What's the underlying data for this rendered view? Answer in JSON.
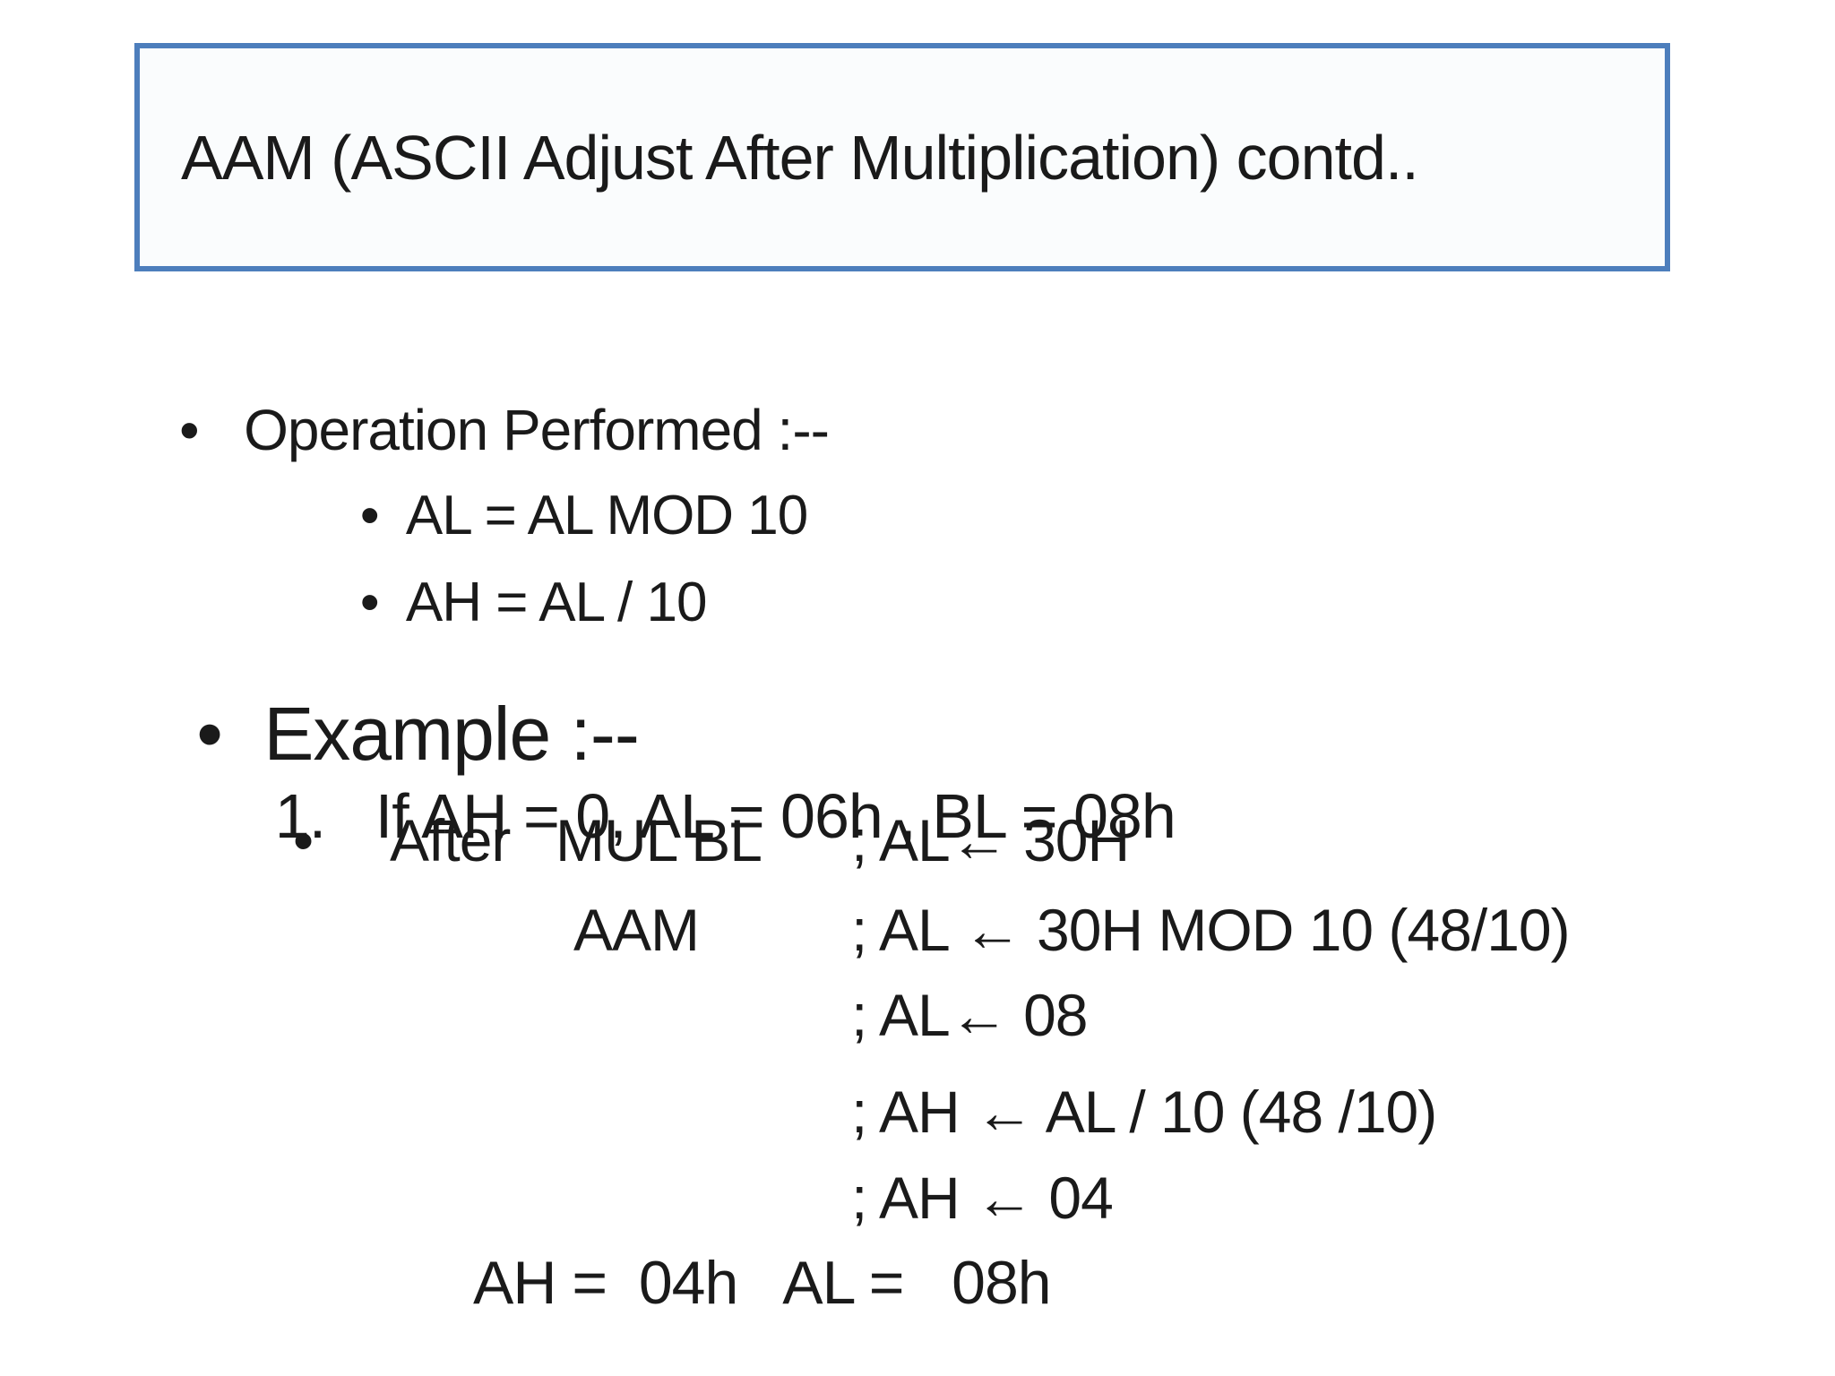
{
  "title": "AAM (ASCII Adjust After Multiplication) contd..",
  "bullet_char": "•",
  "operation": {
    "heading": "Operation Performed :--",
    "items": [
      "AL = AL MOD 10",
      "AH = AL / 10"
    ]
  },
  "example": {
    "heading": "Example :--",
    "step": {
      "number": "1.",
      "text": "If AH = 0, AL = 06h , BL = 08h"
    },
    "trace": {
      "after_label": "After",
      "after_instruction": "MUL BL",
      "after_comment": "; AL← 30H",
      "aam_instruction": "AAM",
      "aam_comment": "; AL ← 30H MOD 10 (48/10)",
      "comments": [
        "; AL← 08",
        "; AH ← AL / 10 (48 /10)",
        "; AH ← 04"
      ],
      "result": "AH =  04h   AL =   08h"
    }
  },
  "colors": {
    "accent_border": "#4d7ebc",
    "text": "#1a1a1a",
    "background": "#ffffff",
    "title_fill": "#fafcfd"
  }
}
